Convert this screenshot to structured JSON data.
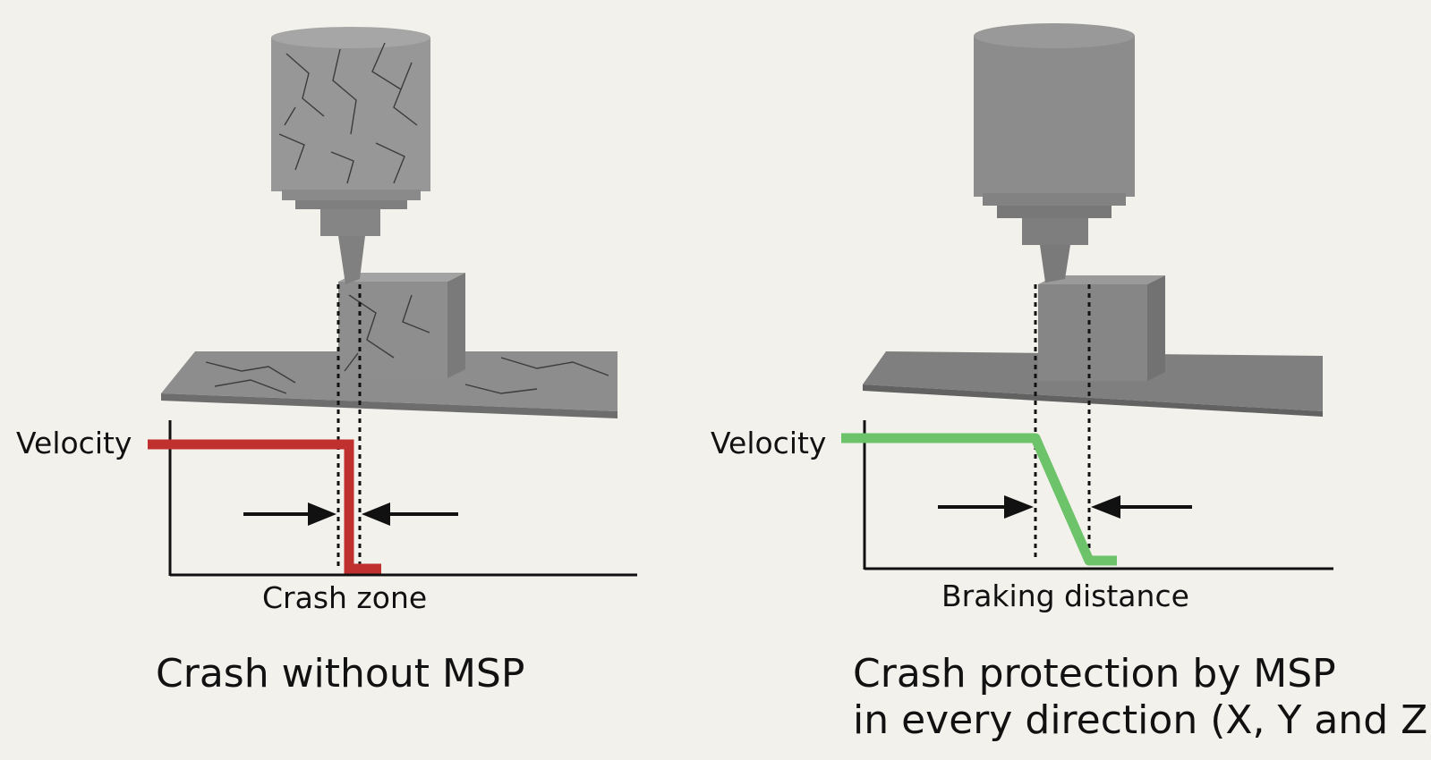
{
  "colors": {
    "background": "#f3f1eb",
    "machine_light": "#9a9a9a",
    "machine_mid": "#8a8a8a",
    "machine_dark": "#707070",
    "crash_curve": "#c0302e",
    "safe_curve": "#6cc36a",
    "ink": "#111111"
  },
  "left_panel": {
    "axis_label": "Velocity",
    "zone_label": "Crash zone",
    "caption_line1": "Crash without MSP",
    "machine_state": "cracked"
  },
  "right_panel": {
    "axis_label": "Velocity",
    "zone_label": "Braking distance",
    "caption_line1": "Crash protection by MSP",
    "caption_line2": "in every direction (X, Y and Z)",
    "machine_state": "intact"
  },
  "icons": [
    "arrow-right-icon",
    "arrow-left-icon"
  ]
}
